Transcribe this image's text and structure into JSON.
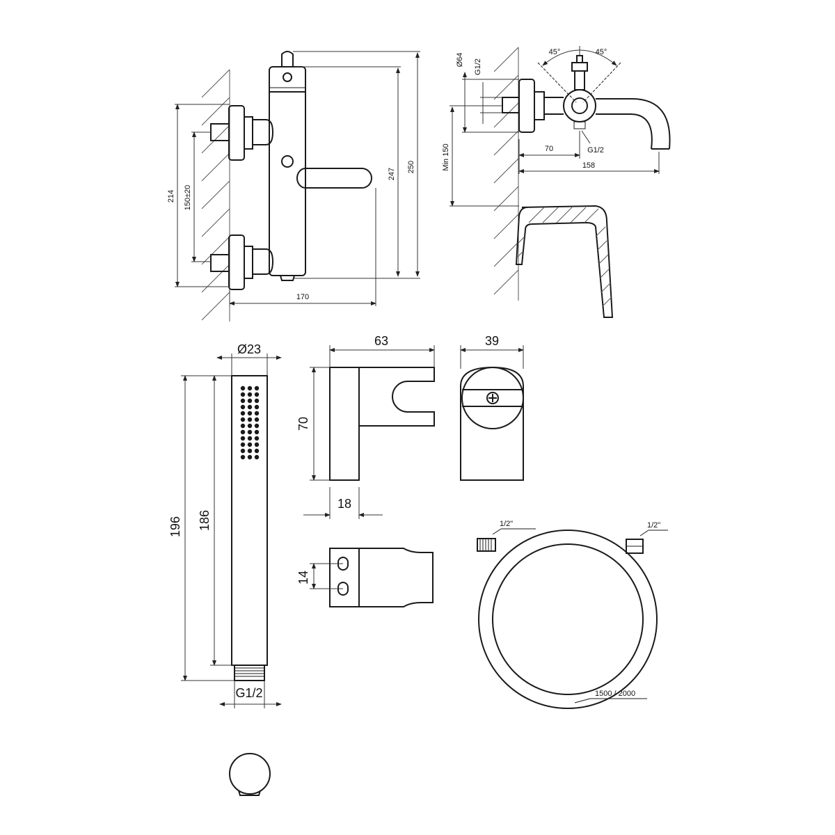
{
  "mixer_front": {
    "dim_width": "170",
    "dim_height_total": "250",
    "dim_height_outlet": "247",
    "dim_wall_height": "214",
    "dim_inlet_spacing": "150±20"
  },
  "mixer_side": {
    "dim_diameter": "Ø64",
    "dim_thread_top": "G1/2",
    "dim_angle_left": "45°",
    "dim_angle_right": "45°",
    "dim_spout_offset": "70",
    "dim_thread_bottom": "G1/2",
    "dim_projection": "158",
    "dim_min_height": "Min 150"
  },
  "hand_shower": {
    "dim_diameter": "Ø23",
    "dim_length_total": "196",
    "dim_length_body": "186",
    "dim_thread": "G1/2"
  },
  "holder_side": {
    "dim_depth": "63",
    "dim_height": "70",
    "dim_base": "18"
  },
  "holder_front": {
    "dim_width": "39"
  },
  "holder_back": {
    "dim_slot_spacing": "14"
  },
  "hose": {
    "label_left": "1/2\"",
    "label_right": "1/2\"",
    "label_length": "1500 / 2000"
  }
}
